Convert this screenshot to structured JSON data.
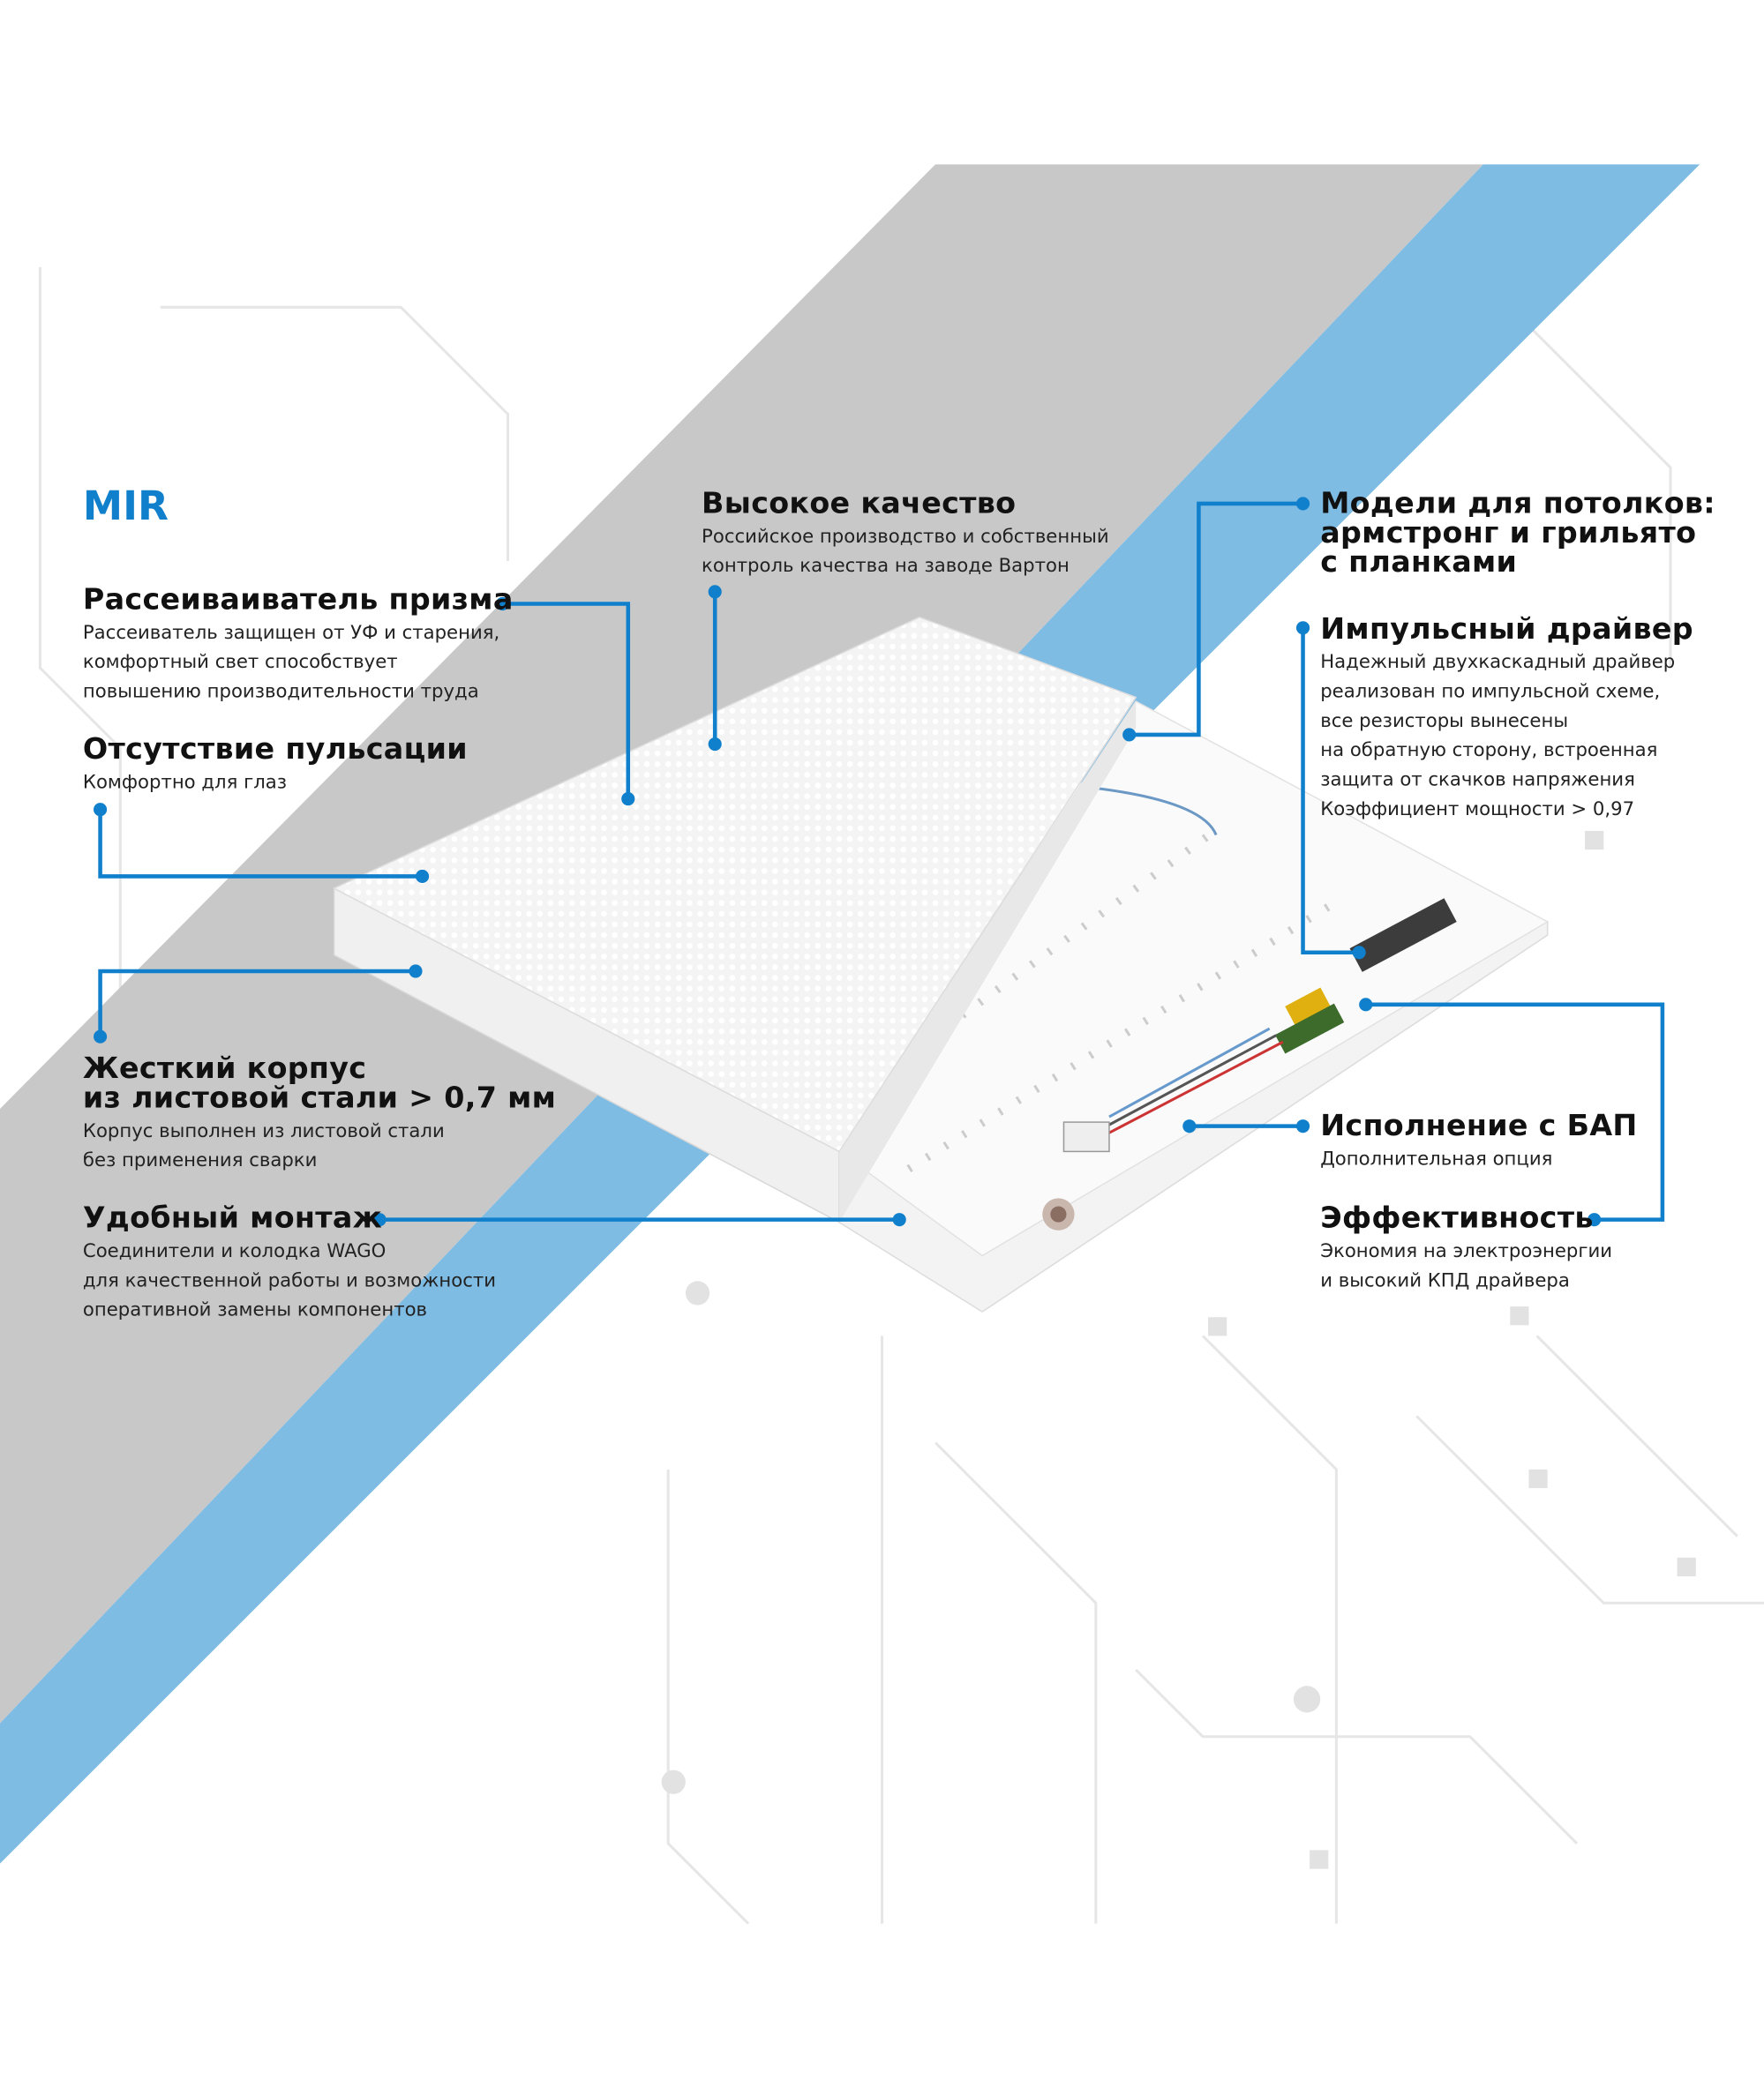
{
  "brand": "MIR",
  "colors": {
    "accent": "#1180cc",
    "gray_band": "#c8c8c8",
    "blue_band": "#7fbce4"
  },
  "features": {
    "diffuser": {
      "title": "Рассеиваиватель призма",
      "lines": [
        "Рассеиватель защищен от УФ и старения,",
        "комфортный свет способствует",
        "повышению производительности труда"
      ]
    },
    "no_flicker": {
      "title": "Отсутствие пульсации",
      "lines": [
        "Комфортно для глаз"
      ]
    },
    "body": {
      "title_lines": [
        "Жесткий корпус",
        "из листовой стали > 0,7 мм"
      ],
      "lines": [
        "Корпус выполнен из листовой стали",
        "без применения сварки"
      ]
    },
    "mounting": {
      "title": "Удобный монтаж",
      "lines": [
        "Соединители и колодка WAGO",
        "для качественной работы и возможности",
        "оперативной замены компонентов"
      ]
    },
    "quality": {
      "title": "Высокое качество",
      "lines": [
        "Российское производство и собственный",
        "контроль качества на заводе Вартон"
      ]
    },
    "ceilings": {
      "title_lines": [
        "Модели для потолков:",
        "армстронг и грильято",
        "с планками"
      ]
    },
    "driver": {
      "title": "Импульсный драйвер",
      "lines": [
        "Надежный двухкаскадный драйвер",
        "реализован по импульсной схеме,",
        "все резисторы вынесены",
        "на обратную сторону, встроенная",
        "защита от скачков напряжения",
        "Коэффициент мощности > 0,97"
      ]
    },
    "emergency": {
      "title": "Исполнение с БАП",
      "lines": [
        "Дополнительная опция"
      ]
    },
    "efficiency": {
      "title": "Эффективность",
      "lines": [
        "Экономия на электроэнергии",
        "и высокий КПД драйвера"
      ]
    }
  }
}
